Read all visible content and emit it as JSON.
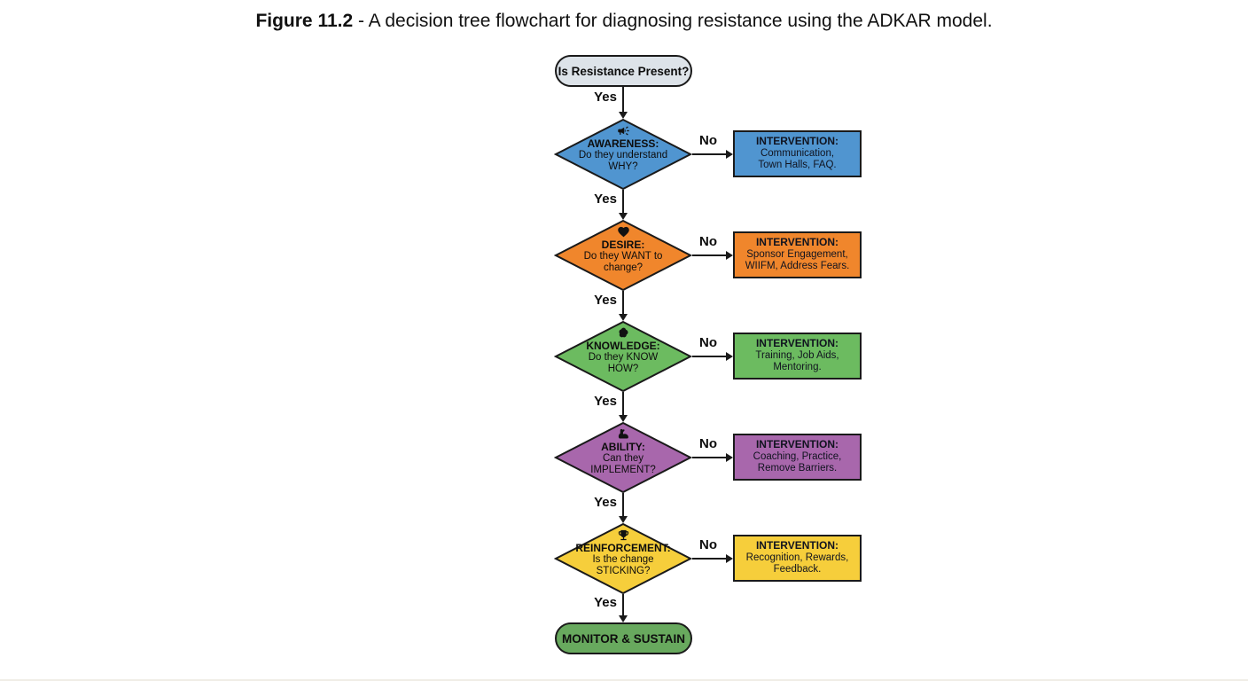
{
  "figure_title": {
    "bold": "Figure 11.2",
    "rest": " - A decision tree flowchart for diagnosing resistance using the ADKAR model."
  },
  "labels": {
    "yes": "Yes",
    "no": "No"
  },
  "start_node": {
    "label": "Is Resistance Present?"
  },
  "end_node": {
    "label": "MONITOR & SUSTAIN"
  },
  "colors": {
    "start_fill": "#dde3e9",
    "end_fill": "#68a95e",
    "stroke": "#1a1a1a",
    "background": "#ffffff"
  },
  "steps": [
    {
      "name": "awareness",
      "icon": "megaphone-icon",
      "color": "#5095d0",
      "question": {
        "title": "AWARENESS:",
        "line1": "Do they understand",
        "line2": "WHY?"
      },
      "intervention": {
        "title": "INTERVENTION:",
        "line1": "Communication,",
        "line2": "Town Halls, FAQ."
      }
    },
    {
      "name": "desire",
      "icon": "heart-icon",
      "color": "#f0862c",
      "question": {
        "title": "DESIRE:",
        "line1": "Do they WANT to",
        "line2": "change?"
      },
      "intervention": {
        "title": "INTERVENTION:",
        "line1": "Sponsor Engagement,",
        "line2": "WIIFM, Address Fears."
      }
    },
    {
      "name": "knowledge",
      "icon": "brain-icon",
      "color": "#6cbb60",
      "question": {
        "title": "KNOWLEDGE:",
        "line1": "Do they KNOW",
        "line2": "HOW?"
      },
      "intervention": {
        "title": "INTERVENTION:",
        "line1": "Training, Job Aids,",
        "line2": "Mentoring."
      }
    },
    {
      "name": "ability",
      "icon": "bicep-icon",
      "color": "#a867ac",
      "question": {
        "title": "ABILITY:",
        "line1": "Can they",
        "line2": "IMPLEMENT?"
      },
      "intervention": {
        "title": "INTERVENTION:",
        "line1": "Coaching, Practice,",
        "line2": "Remove Barriers."
      }
    },
    {
      "name": "reinforcement",
      "icon": "trophy-icon",
      "color": "#f6ce3b",
      "question": {
        "title": "REINFORCEMENT:",
        "line1": "Is the change",
        "line2": "STICKING?"
      },
      "intervention": {
        "title": "INTERVENTION:",
        "line1": "Recognition, Rewards,",
        "line2": "Feedback."
      }
    }
  ]
}
